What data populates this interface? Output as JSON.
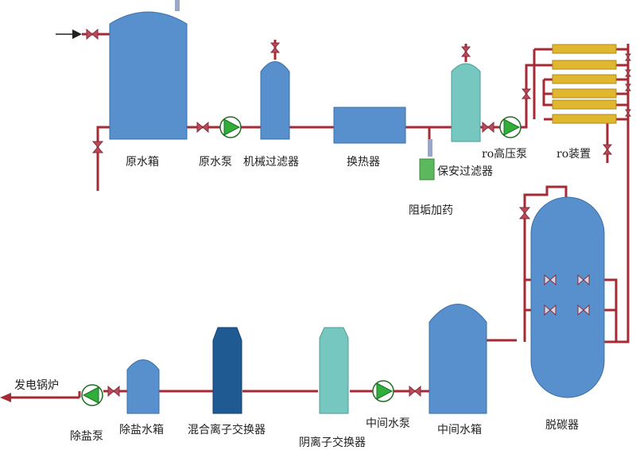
{
  "labels": {
    "raw_tank": "原水箱",
    "raw_pump": "原水泵",
    "mech_filter": "机械过滤器",
    "heat_exchanger": "换热器",
    "security_filter": "保安过滤器",
    "scale_dosing": "阻垢加药",
    "ro_pump": "ro高压泵",
    "ro_device": "ro装置",
    "decarbonizer": "脱碳器",
    "mid_tank": "中间水箱",
    "mid_pump": "中间水泵",
    "anion_exchanger": "阴离子交换器",
    "mixed_exchanger": "混合离子交换器",
    "demin_tank": "除盐水箱",
    "demin_pump": "除盐泵",
    "boiler": "发电锅炉"
  },
  "colors": {
    "tank_blue": "#5790cd",
    "dark_blue": "#1f5a93",
    "teal": "#76c7c0",
    "pipe_red": "#a42a33",
    "ro_yellow": "#e0b830",
    "dosing_green": "#5cb85c",
    "pump_green": "#2fae3a"
  },
  "icons": [
    "inlet-arrow-icon",
    "valve-icon",
    "pump-icon",
    "outlet-arrow-icon"
  ]
}
